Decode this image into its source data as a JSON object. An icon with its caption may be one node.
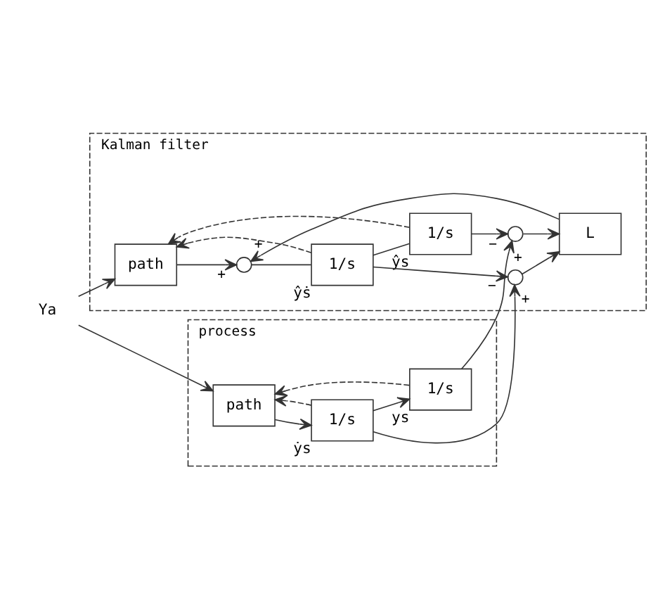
{
  "diagram": {
    "nodes": [
      {
        "text": [
          "process"
        ]
      },
      {
        "text": [
          "path"
        ],
        "in": 0
      },
      {
        "text": [
          "1/s"
        ],
        "in": 0,
        "beside": [
          "ẏs"
        ]
      },
      {
        "text": [
          "1/s"
        ],
        "in": 0,
        "beside": [
          "ys"
        ]
      },
      {
        "text": [
          "Kalman filter"
        ]
      },
      {
        "text": [
          "path"
        ],
        "in": 4
      },
      {
        "text": [],
        "shape": "circle",
        "in": 4
      },
      {
        "text": [
          "1/s"
        ],
        "in": 4,
        "beside": [
          "ŷ̇s"
        ]
      },
      {
        "text": [
          "1/s"
        ],
        "in": 4,
        "beside": [
          "ŷs"
        ]
      },
      {
        "text": [],
        "shape": "circle",
        "in": 4
      },
      {
        "text": [],
        "shape": "circle",
        "in": 4
      },
      {
        "text": [
          "L"
        ],
        "in": 4
      },
      {
        "text": [
          "Ya"
        ]
      }
    ],
    "edges": [
      {
        "from": 12,
        "to": 1,
        "arrow": "to"
      },
      {
        "from": 12,
        "to": 5,
        "arrow": "to"
      },
      {
        "from": 1,
        "to": 2,
        "arrow": "to"
      },
      {
        "from": 2,
        "to": 3,
        "arrow": "to"
      },
      {
        "from": 2,
        "to": 1,
        "arrow": "to",
        "style": "dashed"
      },
      {
        "from": 3,
        "to": 1,
        "arrow": "to",
        "style": "dashed"
      },
      {
        "from": 2,
        "to": 9,
        "arrow": "to",
        "label": "+"
      },
      {
        "from": 3,
        "to": 10,
        "arrow": "to",
        "label": "+"
      },
      {
        "from": 5,
        "to": 6,
        "arrow": "to",
        "label": "+"
      },
      {
        "from": 11,
        "to": 6,
        "arrow": "to",
        "label": "+"
      },
      {
        "from": 6,
        "to": 7,
        "arrow": "none"
      },
      {
        "from": 7,
        "to": 8,
        "arrow": "none"
      },
      {
        "from": 7,
        "to": 9,
        "arrow": "to",
        "label": "−"
      },
      {
        "from": 8,
        "to": 10,
        "arrow": "to",
        "label": "−"
      },
      {
        "from": 7,
        "to": 5,
        "arrow": "to",
        "style": "dashed"
      },
      {
        "from": 8,
        "to": 5,
        "arrow": "to",
        "style": "dashed"
      },
      {
        "from": 9,
        "to": 11,
        "arrow": "to"
      },
      {
        "from": 10,
        "to": 11,
        "arrow": "to"
      }
    ]
  }
}
